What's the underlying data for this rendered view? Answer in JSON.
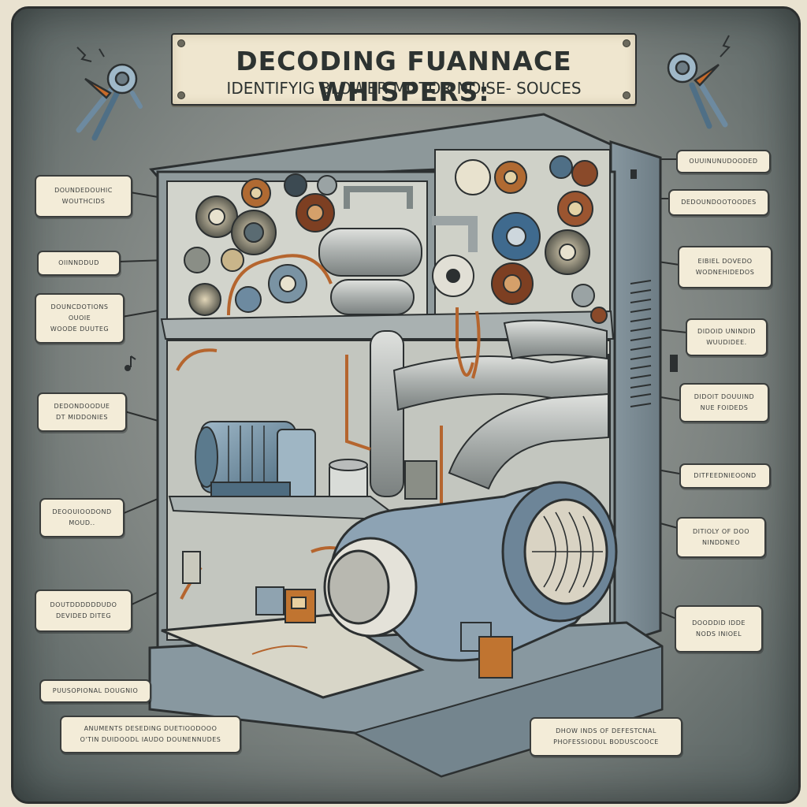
{
  "title": {
    "line1": "DECODING FUANNACE WHISPERS:",
    "line2": "IDENTIFYIG BLOWER MOTOR NOISE- SOUCES"
  },
  "colors": {
    "cabinet": "#9aa3a4",
    "cabinet_dark": "#5f6a6c",
    "copper": "#b5652e",
    "duct": "#b9bcbb",
    "plaque": "#efe6cf",
    "motor_blue": "#6f8da3"
  },
  "icons": [
    "wrench-pliers-icon-left",
    "wrench-pliers-icon-right",
    "music-note-icon"
  ],
  "callouts_left": [
    {
      "lines": [
        "DOUNDEDOUHIC",
        "WOUTHCIDS"
      ]
    },
    {
      "lines": [
        "OIINNDDUD"
      ]
    },
    {
      "lines": [
        "DOUNCDOTIONS",
        "OUOIE",
        "WOODE DUUTEG"
      ]
    },
    {
      "lines": [
        "DEDONDOODUE",
        "DT MIDDONIES"
      ]
    },
    {
      "lines": [
        "DEOOUIOODOND",
        "MOUD.."
      ]
    },
    {
      "lines": [
        "DOUTDDDDDDUDO",
        "DEVIDED DITEG"
      ]
    },
    {
      "lines": [
        "PUUSOPIONAL DOUGNIO"
      ]
    },
    {
      "lines": [
        "ANUMENTS DESEDING DUETIOODOOO",
        "O'TIN DUIDOODL IAUDO DOUNENNUDES"
      ]
    }
  ],
  "callouts_right": [
    {
      "lines": [
        "OUUINUNUDOODED"
      ]
    },
    {
      "lines": [
        "DEDOUNDOOTOODES"
      ]
    },
    {
      "lines": [
        "EIBIEL DOVEDO",
        "WODNEHIDEDOS"
      ]
    },
    {
      "lines": [
        "DIDOID UNINDID",
        "WUUDIDEE."
      ]
    },
    {
      "lines": [
        "DIDOIT DOUUIND",
        "NUE FOIDEDS"
      ]
    },
    {
      "lines": [
        "DITFEEDNIEOOND"
      ]
    },
    {
      "lines": [
        "DITIOLY OF DOO",
        "NINDDNEO"
      ]
    },
    {
      "lines": [
        "DOODDID IDDE",
        "NODS INIOEL"
      ]
    }
  ],
  "callout_bottom": {
    "lines": [
      "DHOW INDS OF DEFESTCNAL",
      "PHOFESSIODUL BODUSCOOCE"
    ]
  }
}
